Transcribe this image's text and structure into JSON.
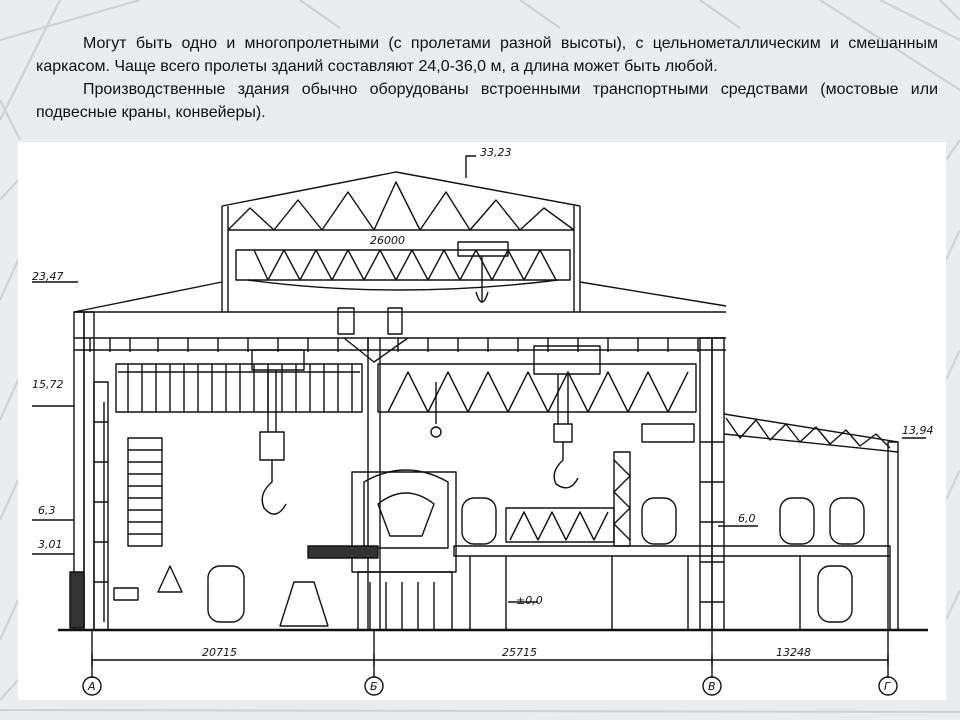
{
  "text": {
    "paragraph1": "Могут быть одно и многопролетными (с пролетами разной высоты), с цельнометаллическим и смешанным каркасом.  Чаще всего пролеты зданий составляют 24,0-36,0 м,  а длина может быть любой.",
    "paragraph2": "Производственные здания обычно оборудованы встроенными транспортными средствами (мостовые или подвесные краны, конвейеры)."
  },
  "drawing": {
    "elevations": {
      "top": "33,23",
      "left_roof": "23,47",
      "crane_rail": "15,72",
      "right_roof": "13,94",
      "floor_6": "6,3",
      "platform_right": "6,0",
      "floor_3": "3,01",
      "ground": "±0,0"
    },
    "truss_span": "26000",
    "spans": [
      "20715",
      "25715",
      "13248"
    ],
    "axes": [
      "А",
      "Б",
      "В",
      "Г"
    ]
  }
}
